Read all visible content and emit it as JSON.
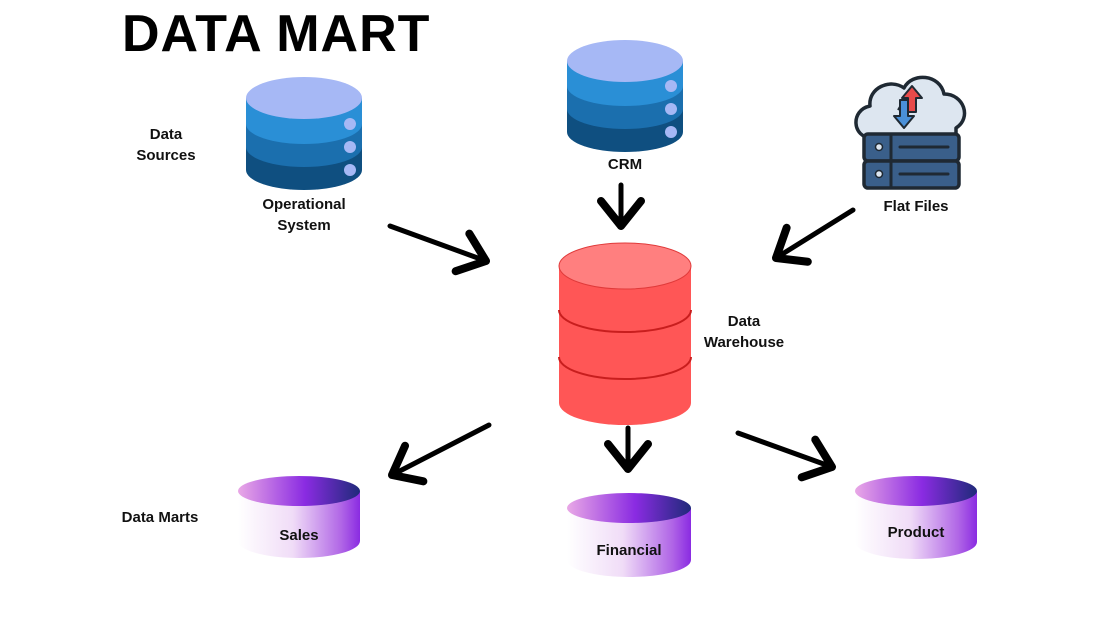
{
  "title": "DATA MART",
  "labels": {
    "data_sources": [
      "Data",
      "Sources"
    ],
    "data_marts": "Data Marts",
    "data_warehouse": [
      "Data",
      "Warehouse"
    ]
  },
  "sources": [
    {
      "id": "operational",
      "label_lines": [
        "Operational",
        "System"
      ],
      "icon": "database-icon"
    },
    {
      "id": "crm",
      "label_lines": [
        "CRM"
      ],
      "icon": "database-icon"
    },
    {
      "id": "flat_files",
      "label_lines": [
        "Flat Files"
      ],
      "icon": "cloud-server-icon"
    }
  ],
  "warehouse": {
    "icon": "database-icon",
    "color": "#ff5a5a"
  },
  "marts": [
    {
      "id": "sales",
      "label": "Sales"
    },
    {
      "id": "financial",
      "label": "Financial"
    },
    {
      "id": "product",
      "label": "Product"
    }
  ],
  "flows": [
    {
      "from": "Operational System",
      "to": "Data Warehouse"
    },
    {
      "from": "CRM",
      "to": "Data Warehouse"
    },
    {
      "from": "Flat Files",
      "to": "Data Warehouse"
    },
    {
      "from": "Data Warehouse",
      "to": "Sales"
    },
    {
      "from": "Data Warehouse",
      "to": "Financial"
    },
    {
      "from": "Data Warehouse",
      "to": "Product"
    }
  ],
  "colors": {
    "source_db_top": "#a6b8f5",
    "source_db_1": "#2a8fd6",
    "source_db_2": "#1b6fae",
    "source_db_3": "#0f4f80",
    "warehouse_fill": "#ff5656",
    "warehouse_top": "#ff7f7f",
    "warehouse_line": "#c81e1e",
    "mart_purple": "#8a2be2",
    "mart_navy": "#1f2a7a"
  }
}
